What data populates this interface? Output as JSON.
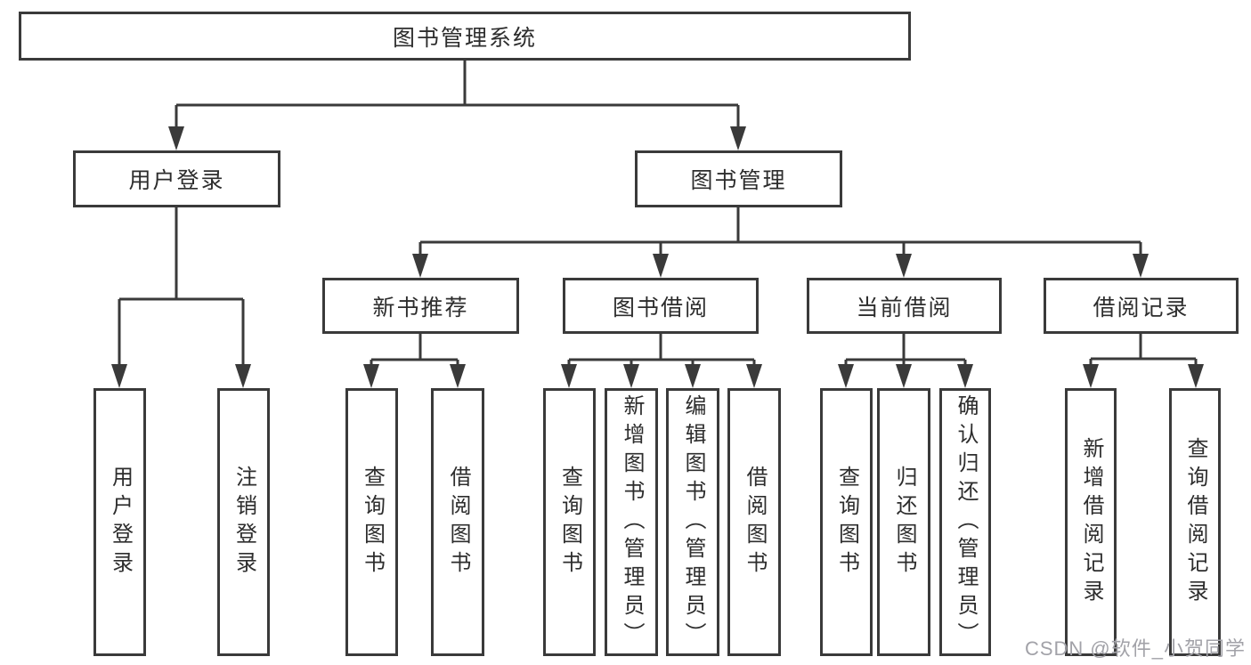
{
  "tree": {
    "root": {
      "label": "图书管理系统"
    },
    "children": [
      {
        "label": "用户登录",
        "children": [
          {
            "label": "用户登录"
          },
          {
            "label": "注销登录"
          }
        ]
      },
      {
        "label": "图书管理",
        "children": [
          {
            "label": "新书推荐",
            "children": [
              {
                "label": "查询图书"
              },
              {
                "label": "借阅图书"
              }
            ]
          },
          {
            "label": "图书借阅",
            "children": [
              {
                "label": "查询图书"
              },
              {
                "label": "新增图书（管理员）"
              },
              {
                "label": "编辑图书（管理员）"
              },
              {
                "label": "借阅图书"
              }
            ]
          },
          {
            "label": "当前借阅",
            "children": [
              {
                "label": "查询图书"
              },
              {
                "label": "归还图书"
              },
              {
                "label": "确认归还（管理员）"
              }
            ]
          },
          {
            "label": "借阅记录",
            "children": [
              {
                "label": "新增借阅记录"
              },
              {
                "label": "查询借阅记录"
              }
            ]
          }
        ]
      }
    ]
  },
  "colors": {
    "line": "#3a3a3a",
    "text": "#2d2d2d",
    "watermark_gray": "#a2a2a8"
  },
  "watermark": "CSDN @软件_小贺同学"
}
